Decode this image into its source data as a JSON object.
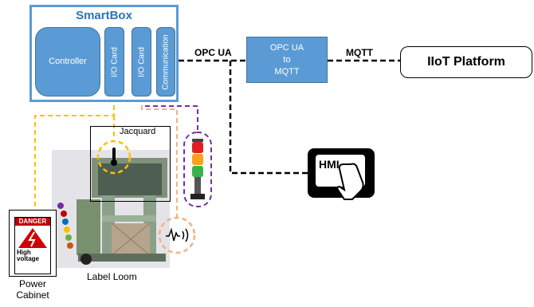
{
  "smartbox": {
    "title": "SmartBox",
    "controller": "Controller",
    "io_card_1": "I/O Card",
    "io_card_2": "I/O Card",
    "communication": "Communication"
  },
  "converter": {
    "line1": "OPC UA",
    "line2": "to",
    "line3": "MQTT"
  },
  "iiot_platform": "IIoT  Platform",
  "protocols": {
    "opc_ua": "OPC UA",
    "mqtt": "MQTT"
  },
  "hmi": "HMI",
  "jacquard": "Jacquard",
  "label_loom": "Label Loom",
  "power_cabinet": {
    "line1": "Power",
    "line2": "Cabinet"
  },
  "danger_sign": {
    "header": "DANGER",
    "line1": "High",
    "line2": "voltage"
  },
  "colors": {
    "smartbox_border": "#5b9bd5",
    "block_fill": "#5b9bd5",
    "line_black": "#000000",
    "line_orange": "#f4b183",
    "line_yellow": "#ffc000",
    "line_purple": "#7030a0"
  }
}
